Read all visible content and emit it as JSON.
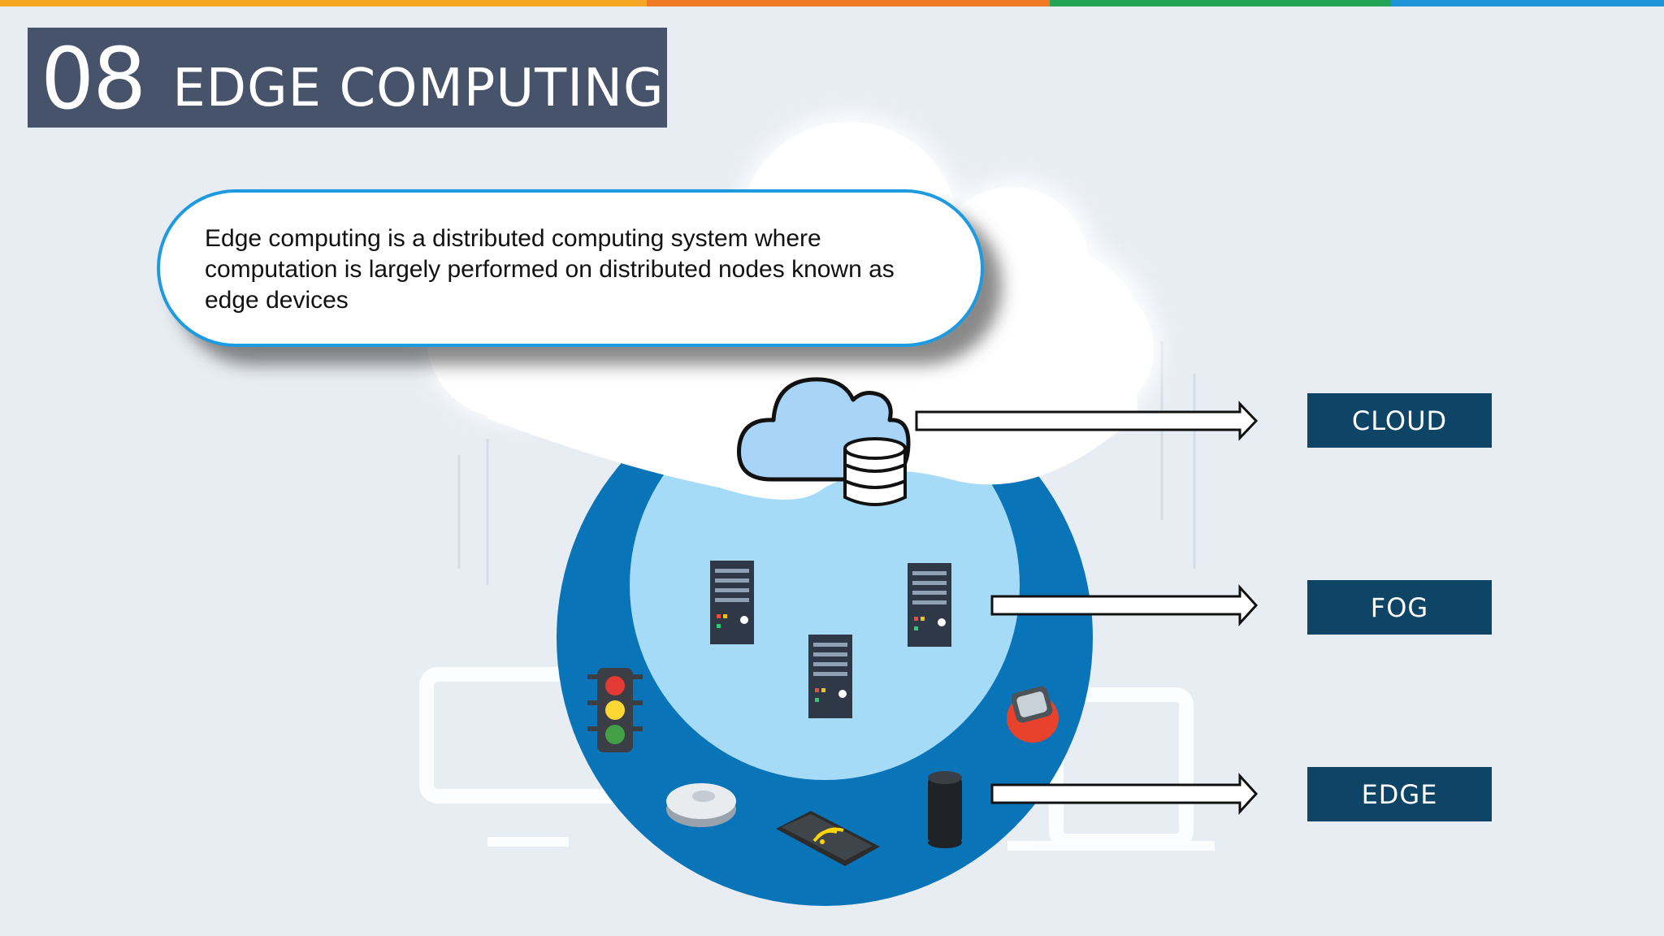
{
  "header": {
    "number": "08",
    "title": "EDGE COMPUTING",
    "colors": [
      "#f5a623",
      "#f07b26",
      "#23a455",
      "#1d95d6"
    ]
  },
  "callout": {
    "text": "Edge computing is a distributed computing system where computation is largely performed on distributed nodes known as edge devices"
  },
  "labels": {
    "cloud": "CLOUD",
    "fog": "FOG",
    "edge": "EDGE"
  },
  "icons": [
    "cloud-database-icon",
    "server-icon",
    "traffic-light-icon",
    "robot-vacuum-icon",
    "smartphone-wifi-icon",
    "smart-speaker-icon",
    "smartwatch-icon",
    "monitor-icon",
    "laptop-icon"
  ],
  "palette": {
    "outer_circle": "#0a74b9",
    "inner_circle": "#a6dbf7",
    "label_bg": "#0e4466",
    "title_bg": "#46536a"
  }
}
